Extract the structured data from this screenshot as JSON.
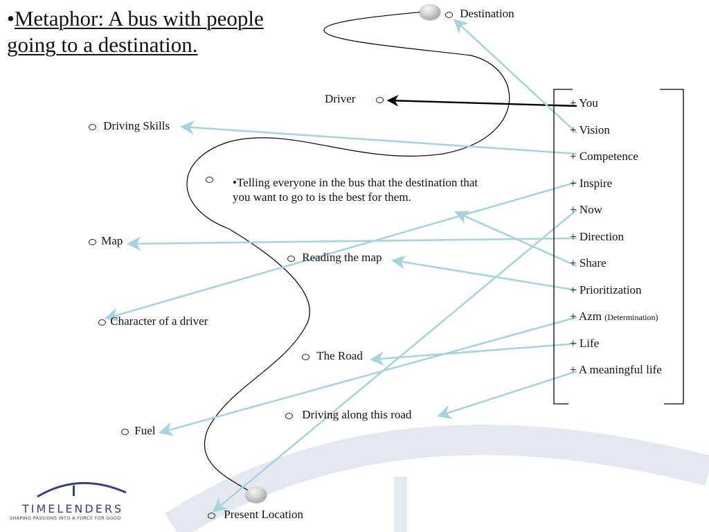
{
  "slide": {
    "title_bullet": "•",
    "title_line1": "Metaphor: A bus with people",
    "title_line2": "going to a destination."
  },
  "diagram": {
    "destination": "Destination",
    "driver": "Driver",
    "driving_skills": "Driving Skills",
    "telling": "•Telling everyone in the bus that the destination that you want to go to is the best for them.",
    "map": "Map",
    "reading_map": "Reading the map",
    "character": "Character of a driver",
    "the_road": "The Road",
    "driving_along": "Driving along this road",
    "fuel": "Fuel",
    "present_location": "Present Location"
  },
  "list": {
    "items": [
      {
        "text": "+ You"
      },
      {
        "text": "+ Vision"
      },
      {
        "text": "+ Competence"
      },
      {
        "text": "+ Inspire"
      },
      {
        "text": "+ Now"
      },
      {
        "text": "+ Direction"
      },
      {
        "text": "+ Share"
      },
      {
        "text": "+ Prioritization"
      },
      {
        "text": "+ Azm",
        "note": "(Determination)"
      },
      {
        "text": "+ Life"
      },
      {
        "text": "+ A meaningful life"
      }
    ]
  },
  "logo": {
    "name": "TIMELENDERS",
    "tagline": "SHAPING PASSIONS INTO A FORCE FOR GOOD"
  },
  "colors": {
    "arrow_light": "#a9d3da",
    "arrow_dark": "#000000",
    "bg_arc": "#e2e4ee",
    "logo": "#3a3f78"
  }
}
